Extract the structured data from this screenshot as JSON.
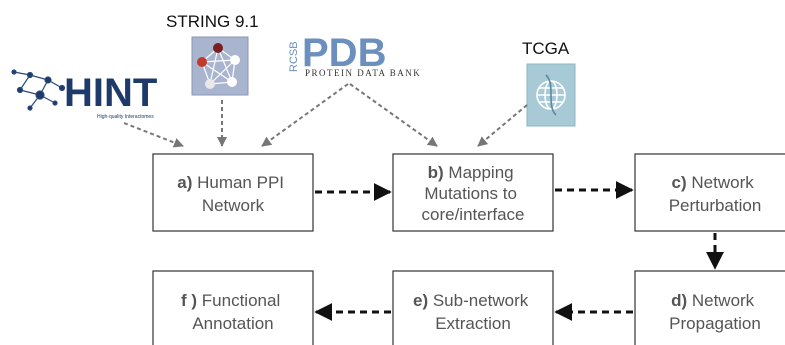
{
  "sources": {
    "hint": {
      "logo_text": "HINT",
      "tagline": "High-quality Interactomes"
    },
    "string": {
      "label": "STRING 9.1"
    },
    "pdb": {
      "rcsb": "RCSB",
      "logo_text": "PDB",
      "subtitle": "PROTEIN DATA BANK"
    },
    "tcga": {
      "label": "TCGA"
    }
  },
  "steps": {
    "a": {
      "prefix": "a)",
      "line1": " Human PPI",
      "line2": "Network"
    },
    "b": {
      "prefix": "b)",
      "line1": " Mapping",
      "line2": "Mutations to",
      "line3": "core/interface"
    },
    "c": {
      "prefix": "c)",
      "line1": " Network",
      "line2": "Perturbation"
    },
    "d": {
      "prefix": "d)",
      "line1": " Network",
      "line2": "Propagation"
    },
    "e": {
      "prefix": "e)",
      "line1": " Sub-network",
      "line2": "Extraction"
    },
    "f": {
      "prefix": "f )",
      "line1": " Functional",
      "line2": "Annotation"
    }
  },
  "colors": {
    "box_border": "#333333",
    "box_text": "#555555",
    "arrow_main": "#111111",
    "arrow_source": "#777777",
    "pdb_blue": "#6b8fbf",
    "string_bg": "#a9b4cf",
    "tcga_bg": "#a8cad6",
    "hint_navy": "#1d3a6b"
  }
}
